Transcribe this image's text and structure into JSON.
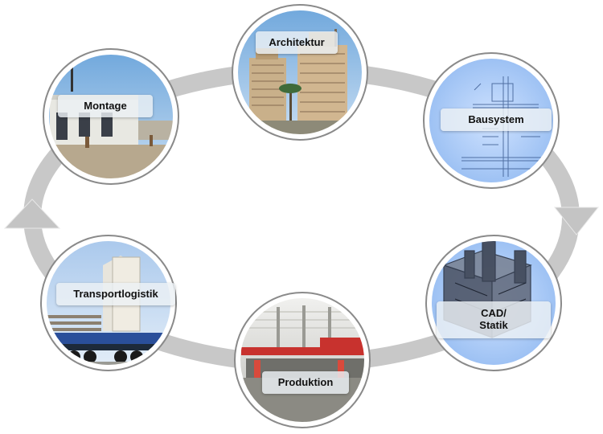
{
  "diagram": {
    "type": "cycle",
    "colors": {
      "ring": "#c8c8c8",
      "arrowhead": "#c4c4c4",
      "circle_border": "#8a8a8a",
      "circle_border_inner": "#ffffff",
      "label_bg": "#eceff4"
    },
    "nodes": [
      {
        "id": "architektur",
        "label": "Architektur",
        "icon": "highrise-buildings-photo"
      },
      {
        "id": "bausystem",
        "label": "Bausystem",
        "icon": "technical-drawing-blueprint"
      },
      {
        "id": "cad-statik",
        "label": "CAD/\nStatik",
        "icon": "3d-structural-model"
      },
      {
        "id": "produktion",
        "label": "Produktion",
        "icon": "factory-hall-photo"
      },
      {
        "id": "transportlogistik",
        "label": "Transportlogistik",
        "icon": "truck-with-wall-panels-photo"
      },
      {
        "id": "montage",
        "label": "Montage",
        "icon": "construction-site-photo"
      }
    ]
  }
}
